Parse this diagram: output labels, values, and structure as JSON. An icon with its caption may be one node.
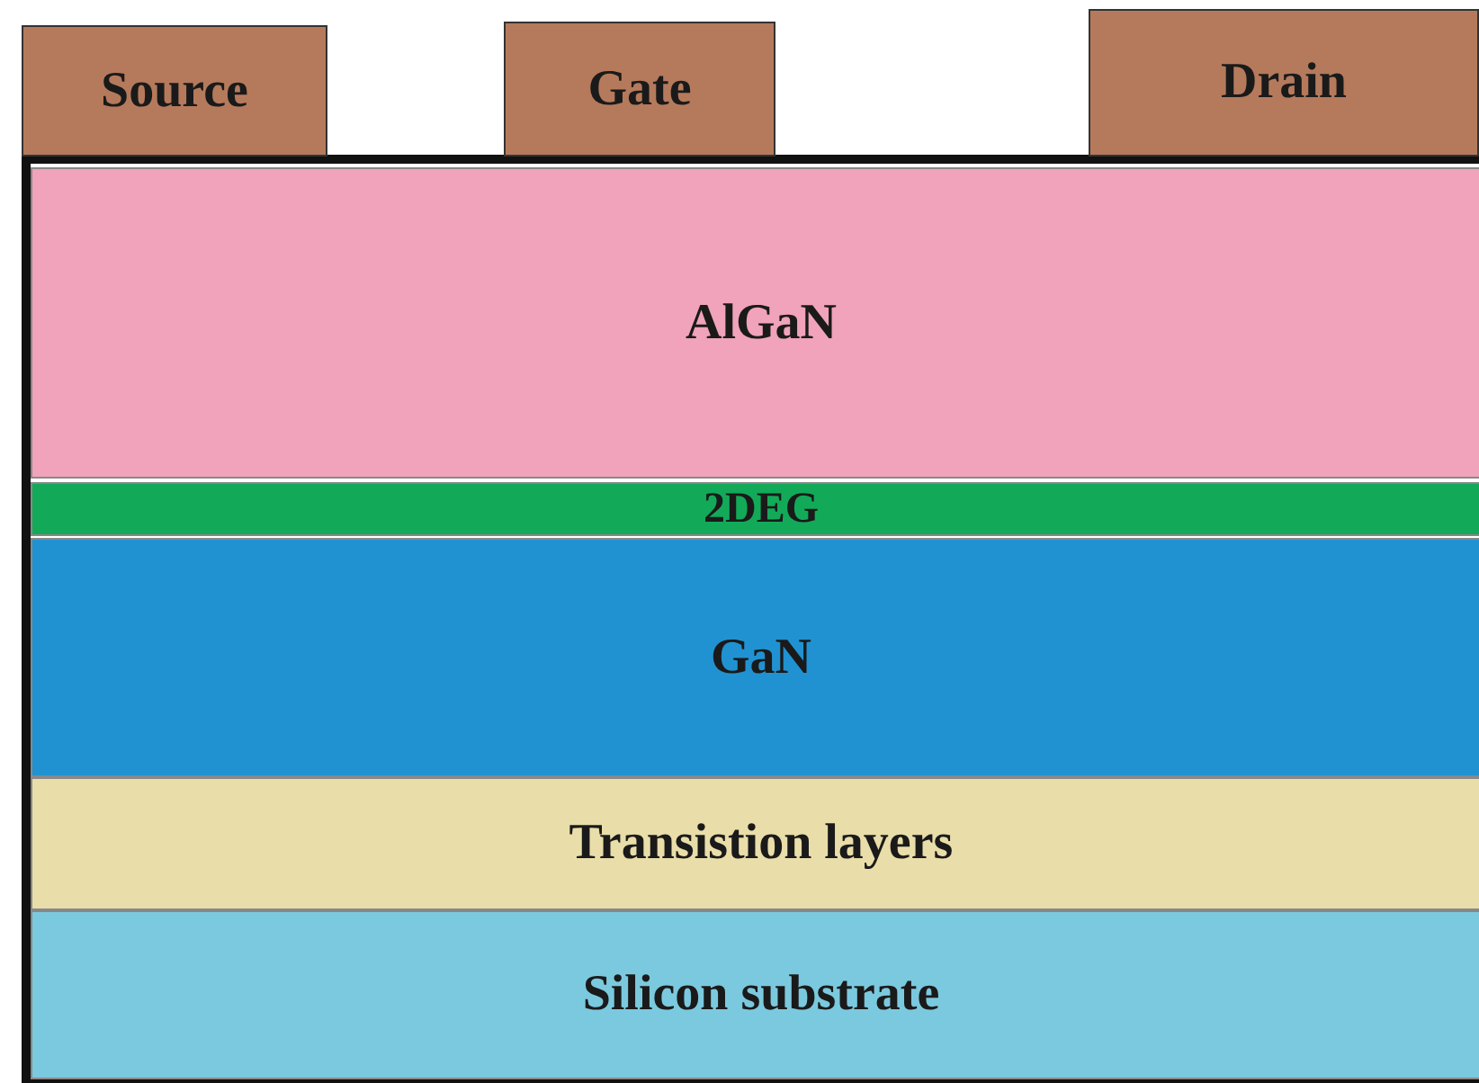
{
  "diagram": {
    "nodes": [
      {
        "text": [
          "Source"
        ]
      },
      {
        "text": [
          "Gate"
        ]
      },
      {
        "text": [
          "Drain"
        ]
      },
      {
        "text": [
          "AlGaN"
        ]
      },
      {
        "text": [
          "2DEG"
        ]
      },
      {
        "text": [
          "GaN"
        ]
      },
      {
        "text": [
          "Transistion layers"
        ]
      },
      {
        "text": [
          "Silicon substrate"
        ]
      }
    ],
    "edges": []
  }
}
